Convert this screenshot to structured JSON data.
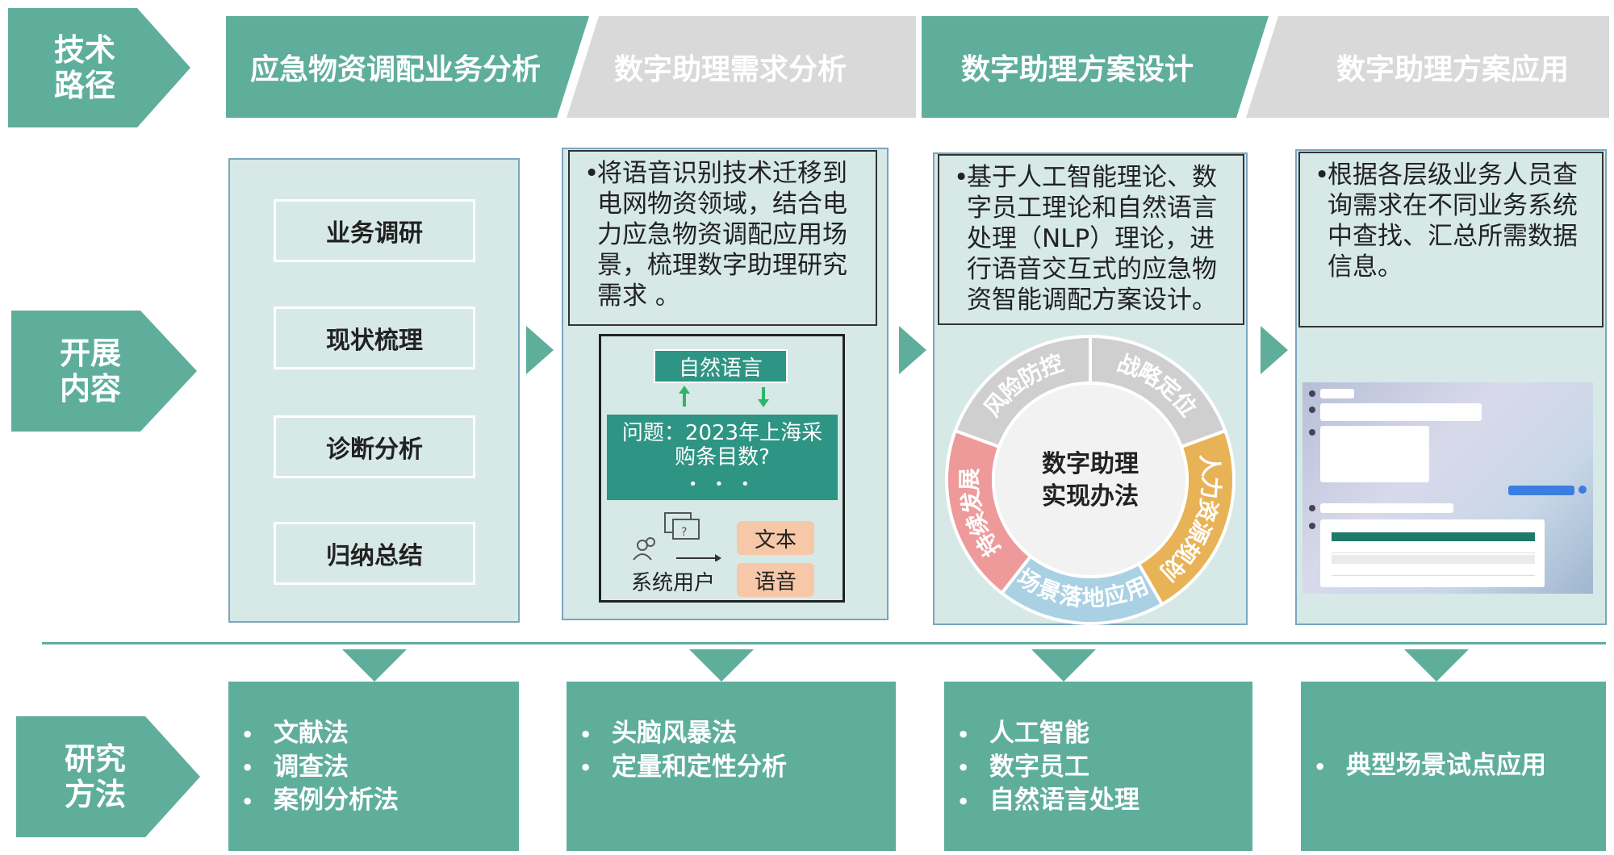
{
  "row_labels": {
    "tech_path": [
      "技术",
      "路径"
    ],
    "content": [
      "开展",
      "内容"
    ],
    "methods": [
      "研究",
      "方法"
    ]
  },
  "stages": [
    "应急物资调配业务分析",
    "数字助理需求分析",
    "数字助理方案设计",
    "数字助理方案应用"
  ],
  "col1_steps": [
    "业务调研",
    "现状梳理",
    "诊断分析",
    "归纳总结"
  ],
  "col2": {
    "text": "将语音识别技术迁移到电网物资领域，结合电力应急物资调配应用场景，梳理数字助理研究需求 。",
    "lines": [
      "将语音识别技术迁移到",
      "电网物资领域，结合电",
      "力应急物资调配应用场",
      "景，梳理数字助理研究",
      "需求 。"
    ],
    "diagram": {
      "natural_language": "自然语言",
      "question": [
        "问题：2023年上海采",
        "购条目数?"
      ],
      "ellipsis": "• • •",
      "user_label": "系统用户",
      "text_btn": "文本",
      "voice_btn": "语音"
    }
  },
  "col3": {
    "lines": [
      "基于人工智能理论、数",
      "字员工理论和自然语言",
      "处理（NLP）理论，进",
      "行语音交互式的应急物",
      "资智能调配方案设计。"
    ],
    "ring": {
      "center": [
        "数字助理",
        "实现办法"
      ],
      "segments": [
        "风险防控",
        "战略定位",
        "人力资源规划",
        "场景落地应用",
        "持续发展"
      ]
    }
  },
  "col4": {
    "lines": [
      "根据各层级业务人员查",
      "询需求在不同业务系统",
      "中查找、汇总所需数据",
      "信息。"
    ]
  },
  "methods": [
    [
      "文献法",
      "调查法",
      "案例分析法"
    ],
    [
      "头脑风暴法",
      "定量和定性分析"
    ],
    [
      "人工智能",
      "数字员工",
      "自然语言处理"
    ],
    [
      "典型场景试点应用"
    ]
  ],
  "colors": {
    "teal": "#5fae9c",
    "gray_header": "#d9d9d9",
    "panel_bg": "#d6e9e6",
    "ring_gray": "#cfcfcf",
    "ring_orange": "#e8b256",
    "ring_blue": "#a9d1e3",
    "ring_pink": "#ee9a9a"
  }
}
